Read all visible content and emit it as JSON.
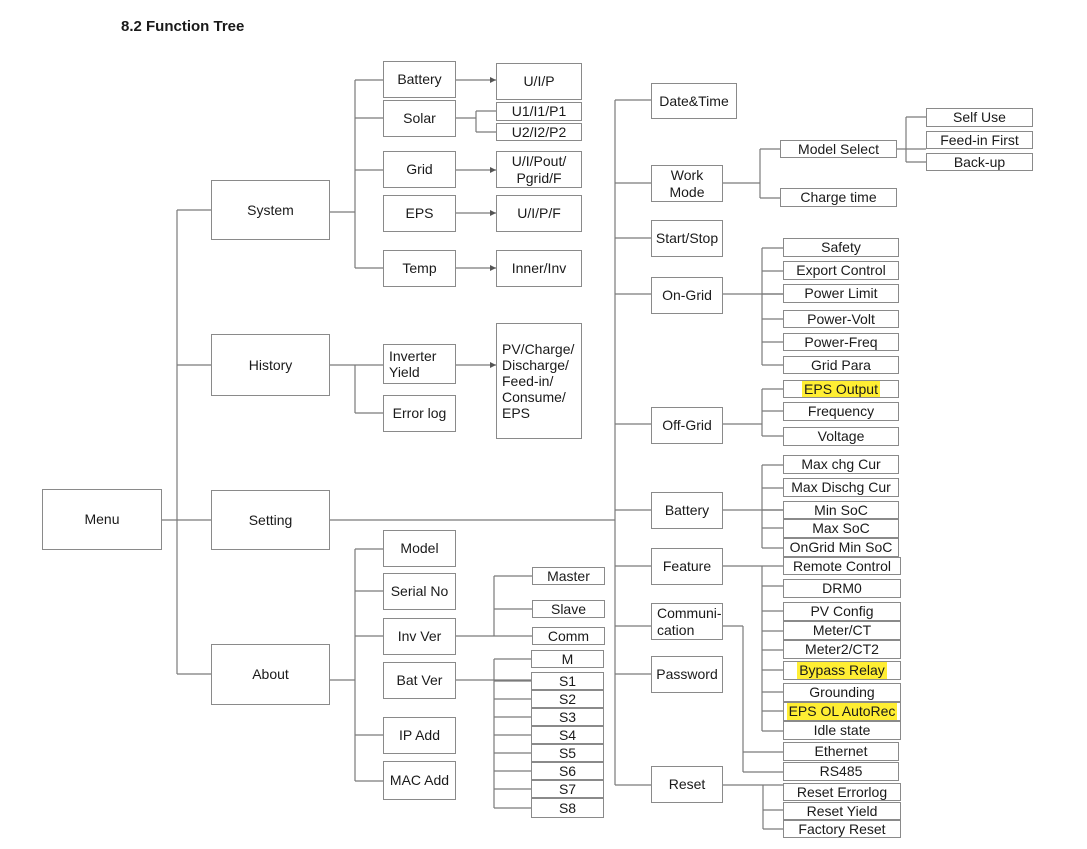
{
  "title": "8.2 Function Tree",
  "root": "Menu",
  "level1": {
    "system": "System",
    "history": "History",
    "setting": "Setting",
    "about": "About"
  },
  "system": {
    "battery": "Battery",
    "battery_val": "U/I/P",
    "solar": "Solar",
    "solar_val1": "U1/I1/P1",
    "solar_val2": "U2/I2/P2",
    "grid": "Grid",
    "grid_val": "U/I/Pout/\nPgrid/F",
    "eps": "EPS",
    "eps_val": "U/I/P/F",
    "temp": "Temp",
    "temp_val": "Inner/Inv"
  },
  "history": {
    "inverter_yield": "Inverter\nYield",
    "error_log": "Error log",
    "yield_items": "PV/Charge/\nDischarge/\nFeed-in/\nConsume/\nEPS"
  },
  "about": {
    "model": "Model",
    "serial_no": "Serial No",
    "inv_ver": "Inv Ver",
    "bat_ver": "Bat Ver",
    "ip_add": "IP Add",
    "mac_add": "MAC Add",
    "inv_ver_items": [
      "Master",
      "Slave",
      "Comm"
    ],
    "bat_ver_items": [
      "M",
      "S1",
      "S2",
      "S3",
      "S4",
      "S5",
      "S6",
      "S7",
      "S8"
    ]
  },
  "setting": {
    "date_time": "Date&Time",
    "work_mode": "Work\nMode",
    "model_select": "Model Select",
    "charge_time": "Charge time",
    "modes": [
      "Self Use",
      "Feed-in First",
      "Back-up"
    ],
    "start_stop": "Start/Stop",
    "on_grid": "On-Grid",
    "on_grid_items": [
      "Safety",
      "Export Control",
      "Power Limit",
      "Power-Volt",
      "Power-Freq",
      "Grid Para"
    ],
    "off_grid": "Off-Grid",
    "off_grid_items": [
      "EPS Output",
      "Frequency",
      "Voltage"
    ],
    "battery": "Battery",
    "battery_items": [
      "Max chg Cur",
      "Max Dischg Cur",
      "Min SoC",
      "Max SoC",
      "OnGrid Min SoC"
    ],
    "feature": "Feature",
    "feature_items": [
      "Remote Control",
      "DRM0",
      "PV Config",
      "Meter/CT",
      "Meter2/CT2",
      "Bypass Relay",
      "Grounding",
      "EPS OL AutoRec",
      "Idle state"
    ],
    "communication": "Communi-\ncation",
    "communication_items": [
      "Ethernet",
      "RS485"
    ],
    "password": "Password",
    "reset": "Reset",
    "reset_items": [
      "Reset Errorlog",
      "Reset Yield",
      "Factory Reset"
    ]
  },
  "highlight_color": "#ffee33"
}
